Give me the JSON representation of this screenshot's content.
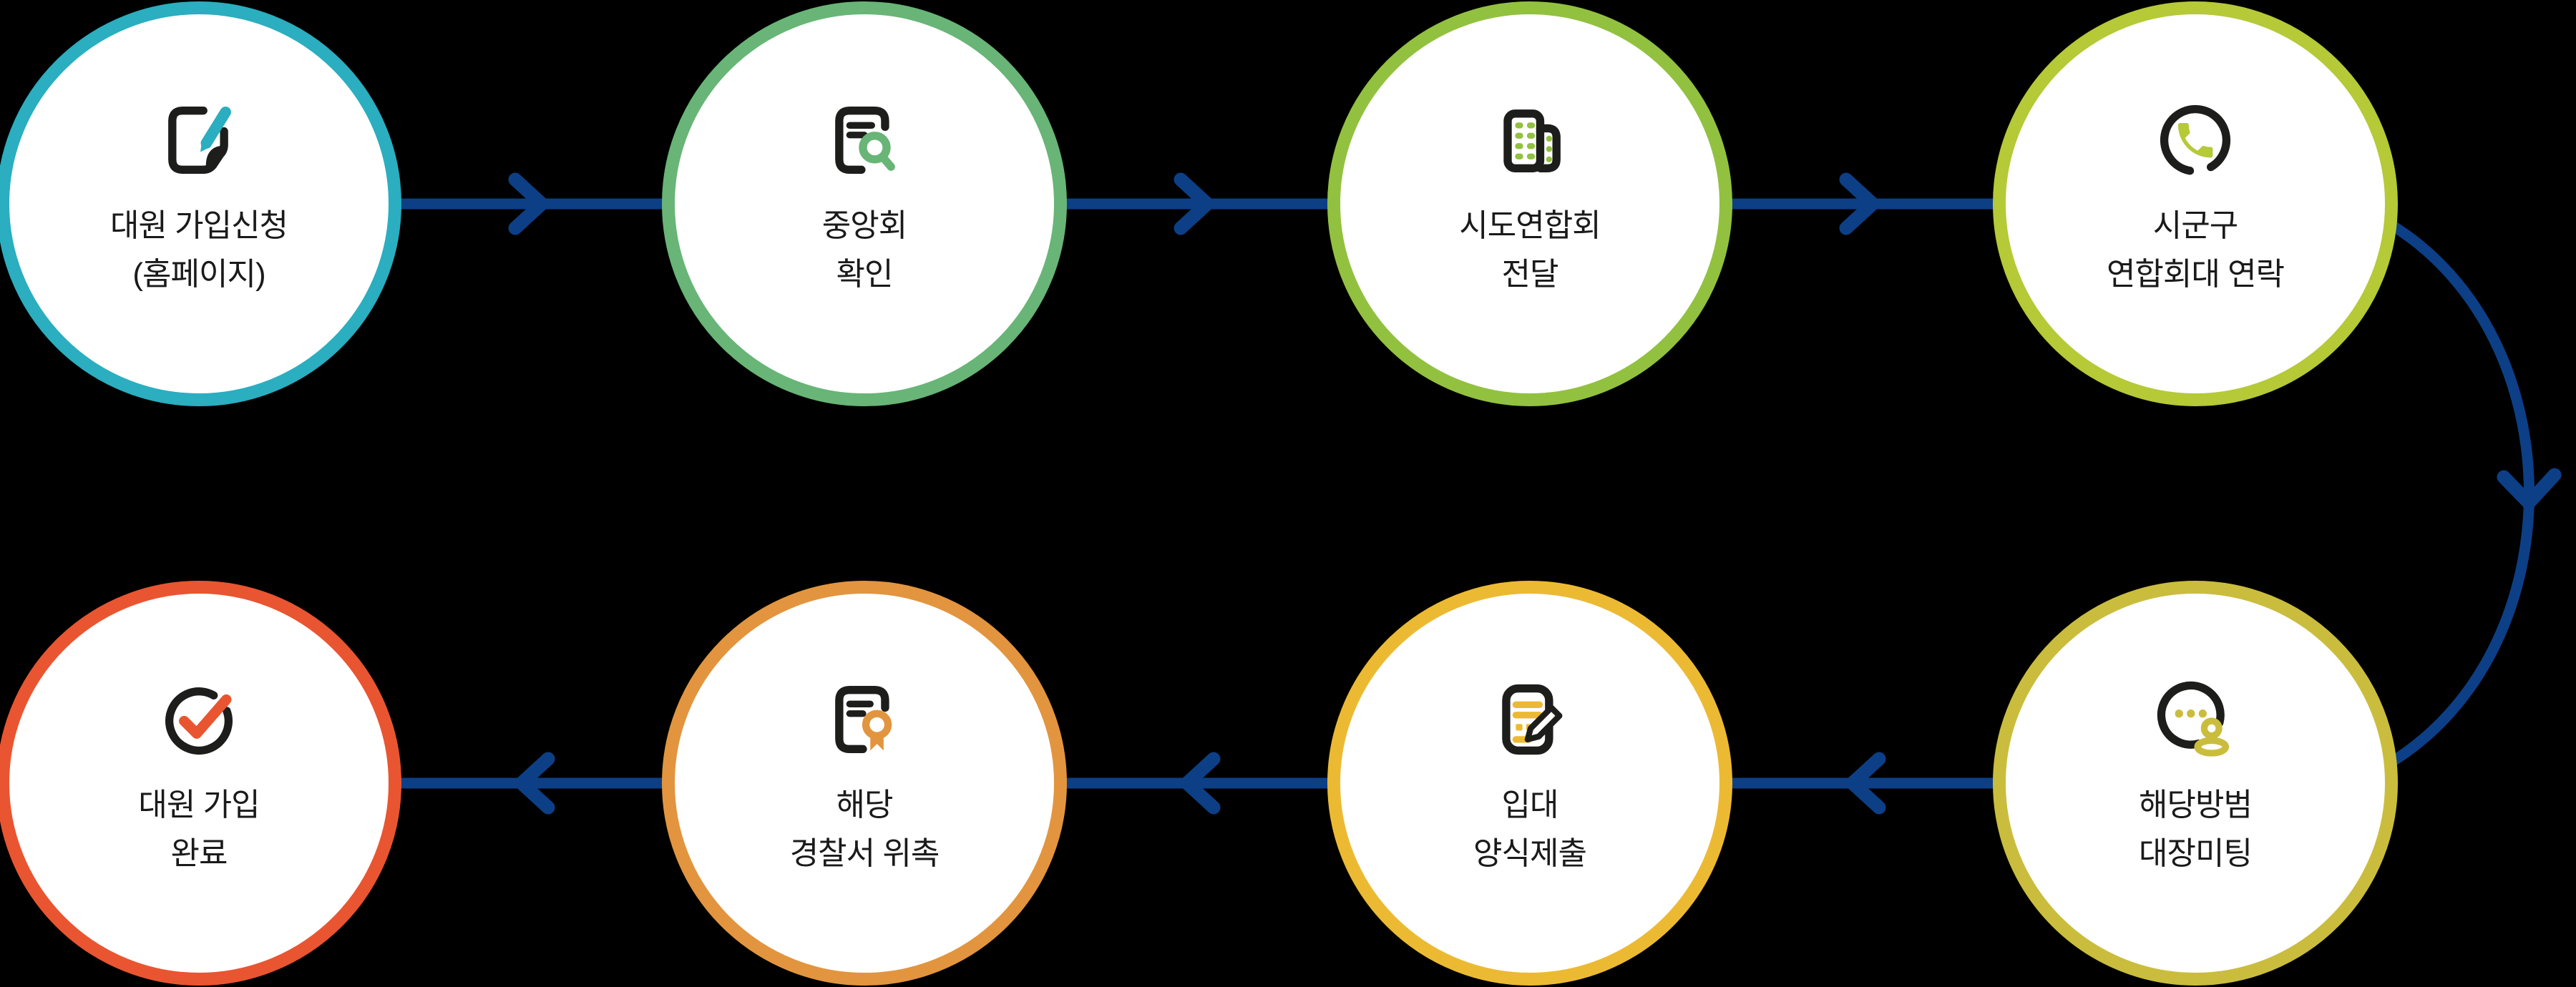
{
  "colors": {
    "background": "#000000",
    "arrow": "#0d3f86",
    "icon_ink": "#1d1d1b",
    "text": "#1a1a1a"
  },
  "steps": [
    {
      "order": 1,
      "label_lines": [
        "대원 가입신청",
        "(홈페이지)"
      ],
      "accent_color": "#2aaec0",
      "icon": "edit-document-icon"
    },
    {
      "order": 2,
      "label_lines": [
        "중앙회",
        "확인"
      ],
      "accent_color": "#68b577",
      "icon": "document-search-icon"
    },
    {
      "order": 3,
      "label_lines": [
        "시도연합회",
        "전달"
      ],
      "accent_color": "#92c140",
      "icon": "buildings-icon"
    },
    {
      "order": 4,
      "label_lines": [
        "시군구",
        "연합회대 연락"
      ],
      "accent_color": "#b6c937",
      "icon": "phone-icon"
    },
    {
      "order": 5,
      "label_lines": [
        "해당방범",
        "대장미팅"
      ],
      "accent_color": "#cabd3d",
      "icon": "chat-person-icon"
    },
    {
      "order": 6,
      "label_lines": [
        "입대",
        "양식제출"
      ],
      "accent_color": "#ecba32",
      "icon": "form-pencil-icon"
    },
    {
      "order": 7,
      "label_lines": [
        "해당",
        "경찰서 위촉"
      ],
      "accent_color": "#e2953e",
      "icon": "certificate-award-icon"
    },
    {
      "order": 8,
      "label_lines": [
        "대원 가입",
        "완료"
      ],
      "accent_color": "#e95531",
      "icon": "check-circle-icon"
    }
  ],
  "flow_order": [
    "1→2",
    "2→3",
    "3→4",
    "4→5",
    "5→6",
    "6→7",
    "7→8"
  ]
}
